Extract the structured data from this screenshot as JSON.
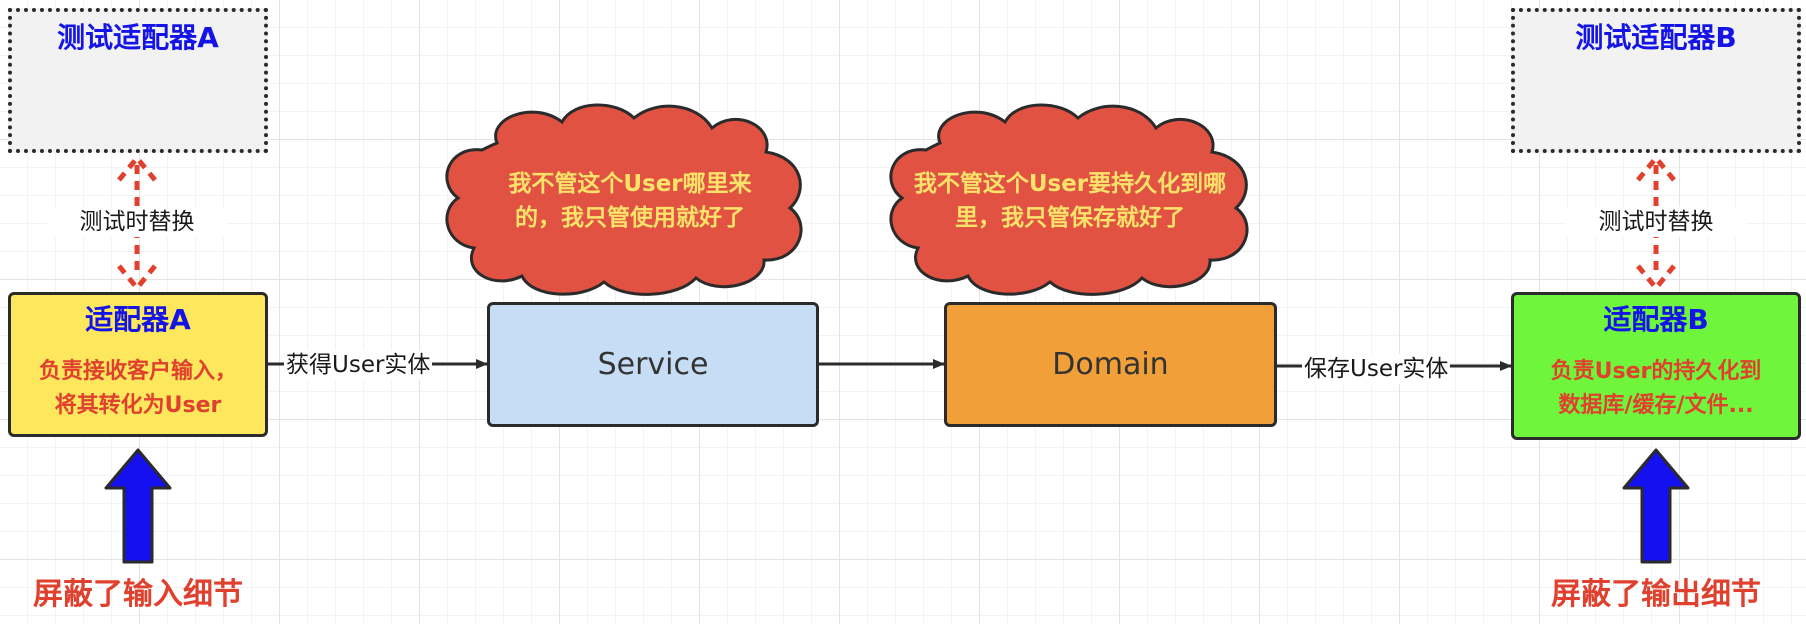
{
  "test_adapter_a": {
    "title": "测试适配器A"
  },
  "test_adapter_b": {
    "title": "测试适配器B"
  },
  "adapter_a": {
    "title": "适配器A",
    "description": "负责接收客户输入，\n将其转化为User"
  },
  "adapter_b": {
    "title": "适配器B",
    "description": "负责User的持久化到\n数据库/缓存/文件..."
  },
  "service": {
    "label": "Service"
  },
  "domain": {
    "label": "Domain"
  },
  "cloud_service": {
    "text": "我不管这个User哪里来\n的，我只管使用就好了"
  },
  "cloud_domain": {
    "text": "我不管这个User要持久化到哪\n里，我只管保存就好了"
  },
  "edges": {
    "get_user_entity": "获得User实体",
    "save_user_entity": "保存User实体",
    "replace_on_test_left": "测试时替换",
    "replace_on_test_right": "测试时替换"
  },
  "footer": {
    "left": "屏蔽了输入细节",
    "right": "屏蔽了输出细节"
  },
  "colors": {
    "adapter_a_fill": "#fde85d",
    "adapter_b_fill": "#6ef53c",
    "service_fill": "#c6ddf5",
    "domain_fill": "#f19f38",
    "cloud_fill": "#e15243",
    "blue_arrow": "#1410f0",
    "dashed_arrow": "#e0412f"
  }
}
